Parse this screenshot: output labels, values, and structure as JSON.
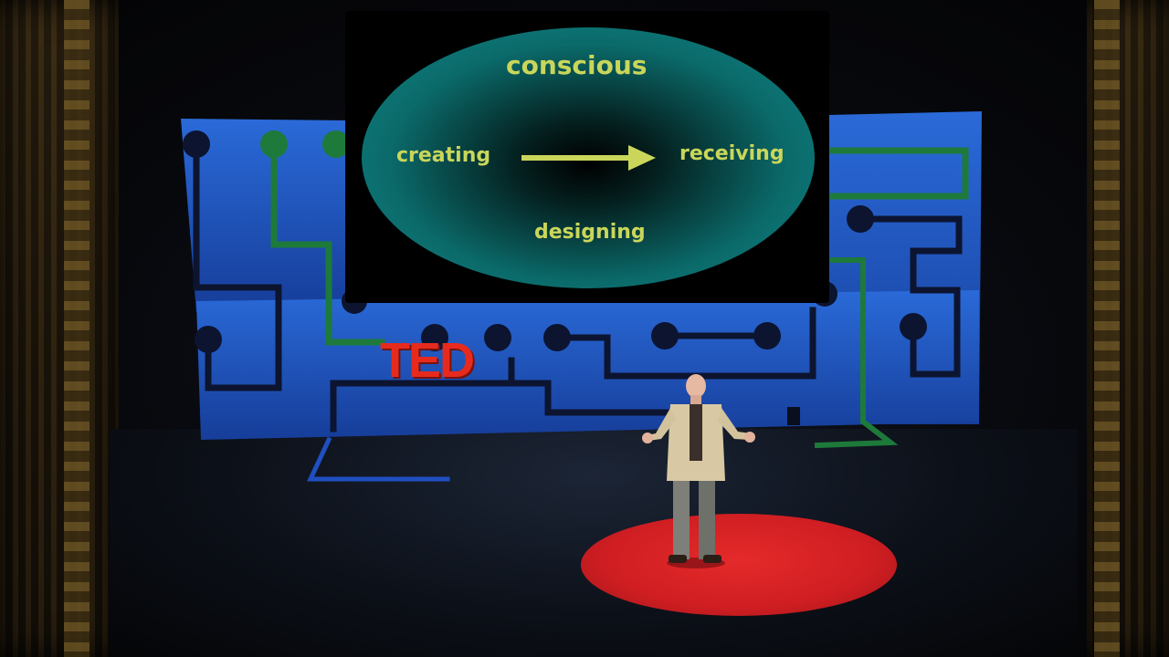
{
  "slide": {
    "top": "conscious",
    "left": "creating",
    "right": "receiving",
    "bottom": "designing"
  },
  "logo": {
    "text": "TED"
  },
  "colors": {
    "slide_text": "#c9d65a",
    "ellipse": "#128888",
    "backdrop_blue": "#1f5cd0",
    "line_green": "#1d7a3a",
    "ted_red": "#e62b1e",
    "stage_circle": "#d41f23"
  }
}
